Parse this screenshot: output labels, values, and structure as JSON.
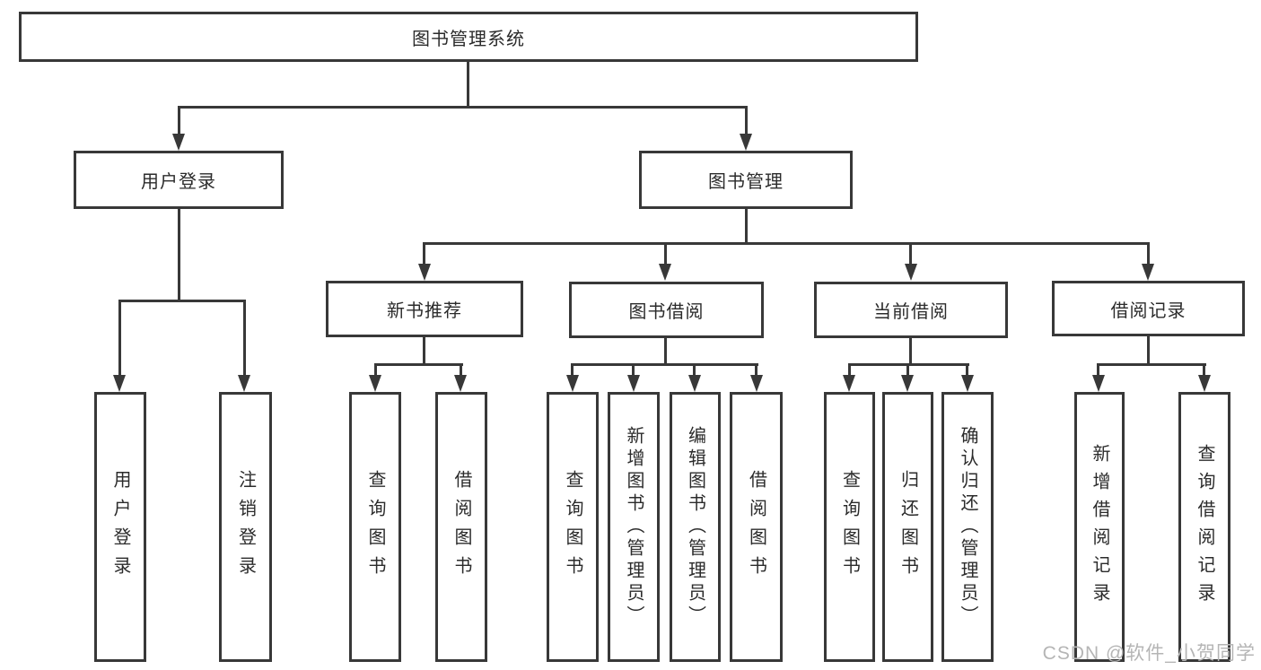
{
  "diagram": {
    "root": "图书管理系统",
    "user_login": {
      "label": "用户登录",
      "children": [
        "用户登录",
        "注销登录"
      ]
    },
    "book_management": {
      "label": "图书管理",
      "sections": {
        "new_book_recommend": {
          "label": "新书推荐",
          "children": [
            "查询图书",
            "借阅图书"
          ]
        },
        "book_borrowing": {
          "label": "图书借阅",
          "children": [
            "查询图书",
            "新增图书（管理员）",
            "编辑图书（管理员）",
            "借阅图书"
          ]
        },
        "current_borrowing": {
          "label": "当前借阅",
          "children": [
            "查询图书",
            "归还图书",
            "确认归还（管理员）"
          ]
        },
        "borrowing_records": {
          "label": "借阅记录",
          "children": [
            "新增借阅记录",
            "查询借阅记录"
          ]
        }
      }
    }
  },
  "watermark": {
    "text": "CSDN @软件_小贺同学"
  },
  "colors": {
    "line": "#383838",
    "text": "#2b2b2b",
    "watermark": "#b5b5b5",
    "background": "#ffffff"
  }
}
